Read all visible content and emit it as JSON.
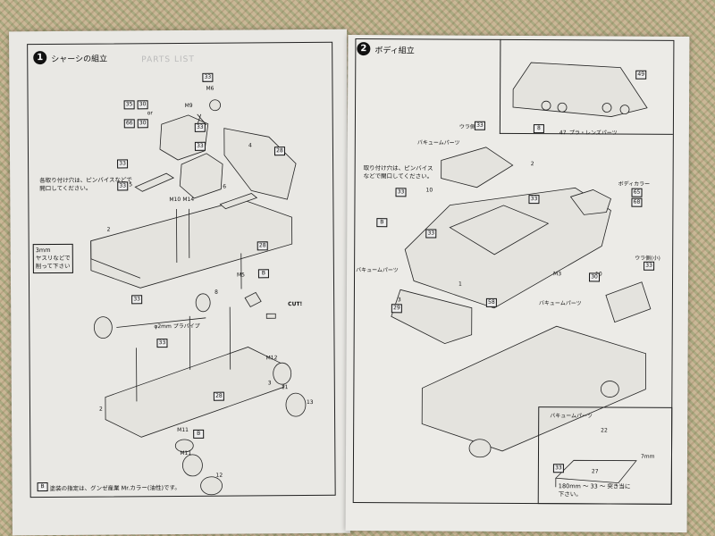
{
  "left_page": {
    "section_number": "1",
    "section_title": "シャーシの組立",
    "ghost_heading": "PARTS LIST",
    "note_holes": "各取り付け穴は、ピンバイスなどで\n開口してください。",
    "note_sand": "3mm\nヤスリなどで\n削って下さい",
    "label_pipe": "φ2mm プラパイプ",
    "label_cut": "CUT!",
    "label_or": "or",
    "parts": [
      "M6",
      "M9",
      "M10",
      "M14",
      "M5",
      "M12",
      "M11",
      "M11",
      "2",
      "4",
      "5",
      "6",
      "8",
      "11",
      "12",
      "13",
      "2",
      "3"
    ],
    "boxes": [
      "33",
      "35",
      "30",
      "66",
      "30",
      "33",
      "33",
      "28",
      "33",
      "33",
      "28",
      "33",
      "33",
      "B",
      "B",
      "28"
    ],
    "footer": "塗装の指定は、グンゼ産業 Mr.カラー(油性)です。",
    "footer_box": "B"
  },
  "right_page": {
    "section_number": "2",
    "section_title": "ボディ組立",
    "label_window": "ウラ側",
    "label_vacuum1": "バキュームパーツ",
    "note_holes": "取り付け穴は、ピンバイス\nなどで開口してください。",
    "label_body_color": "ボディカラー",
    "label_vacuum2": "バキュームパーツ",
    "label_vacuum3": "バキュームパーツ",
    "label_lens": "プラ・レンズパーツ",
    "label_ura": "ウラ側(小)",
    "inset_title": "バキュームパーツ",
    "inset_note": "180mm ～ 33 ～ 突き当に\n下さい。",
    "dims": [
      "22",
      "27",
      "7mm"
    ],
    "parts": [
      "2",
      "1",
      "3",
      "10",
      "10",
      "M3",
      "47"
    ],
    "boxes": [
      "33",
      "33",
      "B",
      "33",
      "65",
      "68",
      "30",
      "33",
      "33",
      "33",
      "29",
      "58",
      "8",
      "49",
      "33"
    ]
  }
}
